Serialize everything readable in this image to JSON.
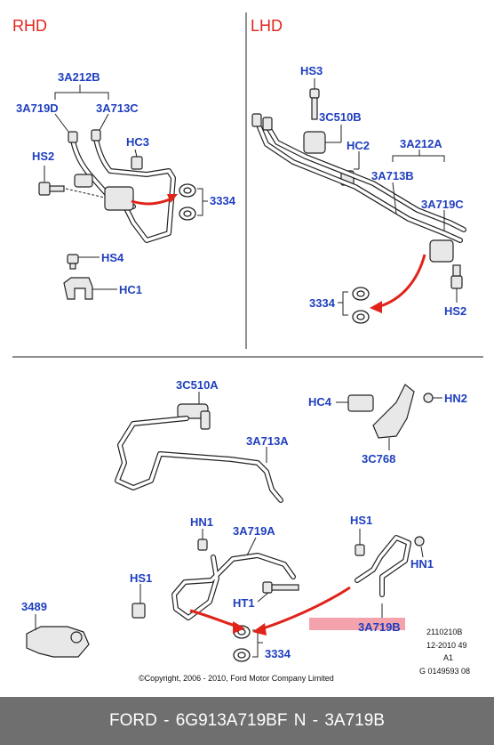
{
  "sections": {
    "rhd_title": "RHD",
    "lhd_title": "LHD"
  },
  "callouts": {
    "rhd": {
      "a212b": "3A212B",
      "a719d": "3A719D",
      "a713c": "3A713C",
      "hs2": "HS2",
      "hc3": "HC3",
      "p3334": "3334",
      "hs4": "HS4",
      "hc1": "HC1"
    },
    "lhd": {
      "hs3": "HS3",
      "c510b": "3C510B",
      "hc2": "HC2",
      "a212a": "3A212A",
      "a713b": "3A713B",
      "a719c": "3A719C",
      "p3334": "3334",
      "hs2": "HS2"
    },
    "bottom": {
      "c510a": "3C510A",
      "a713a": "3A713A",
      "hc4": "HC4",
      "hn2": "HN2",
      "c768": "3C768",
      "hn1_left": "HN1",
      "a719a": "3A719A",
      "hs1_right": "HS1",
      "hn1_right": "HN1",
      "hs1_left": "HS1",
      "ht1": "HT1",
      "p3489": "3489",
      "a719b": "3A719B",
      "p3334": "3334"
    }
  },
  "ref_codes": [
    "2110210B",
    "12-2010 49",
    "A1",
    "G 0149593 08"
  ],
  "copyright": "©Copyright, 2006 - 2010, Ford Motor Company Limited",
  "footer": "FORD - 6G913A719BF     N - 3A719B",
  "colors": {
    "callout": "#1f3fbf",
    "header": "#e0241b",
    "arrow": "#e0241b",
    "highlight": "#f4a3ad",
    "footer_bg": "#6f6f6f"
  }
}
